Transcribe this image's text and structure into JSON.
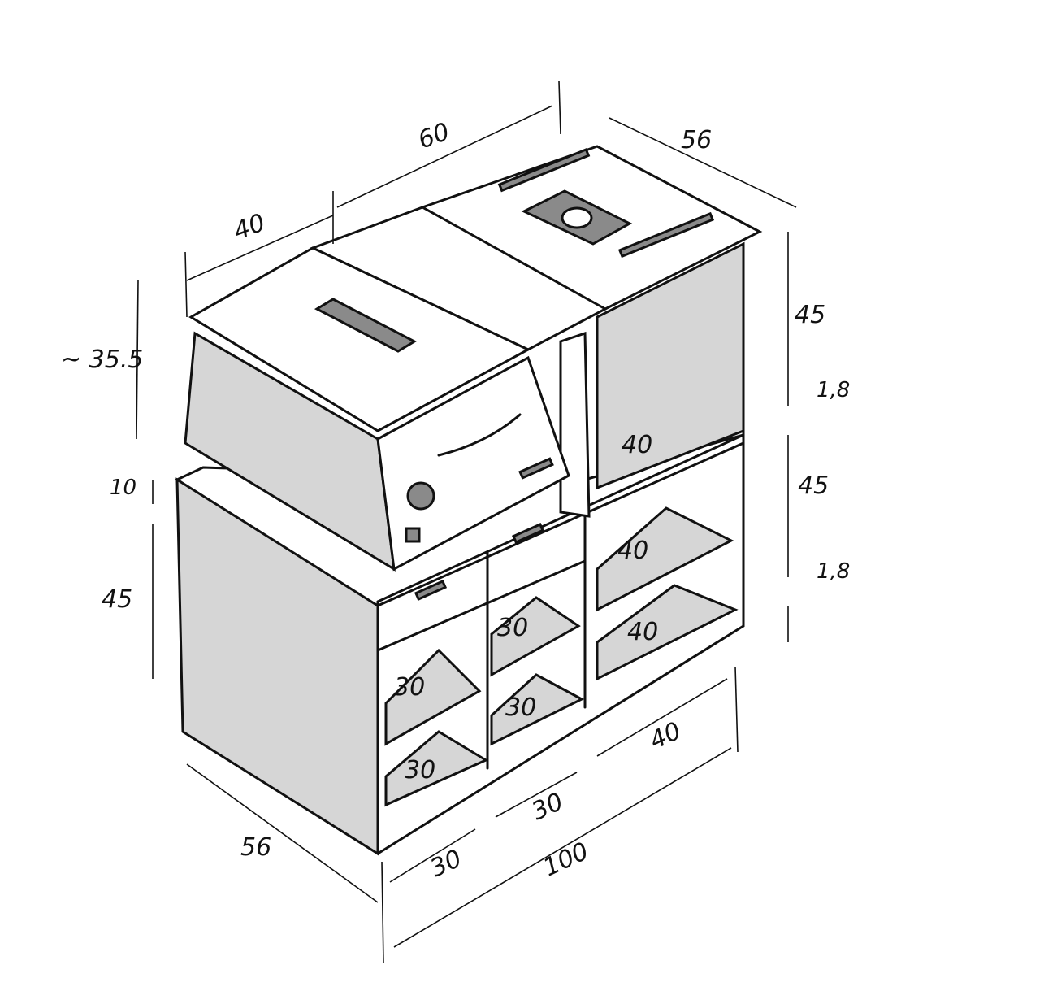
{
  "title": "Stove cabinet sketch with dimensions",
  "dimensions": {
    "top_width": "60",
    "top_depth": "56",
    "stove_width": "40",
    "stove_height": "~ 35.5",
    "upper_height": "45",
    "shelf_thickness_upper": "1,8",
    "middle_height": "45",
    "shelf_thickness_lower": "1,8",
    "drawer_height": "10",
    "lower_height": "45",
    "upper_shelf_depth": "40",
    "right_shelf_top": "40",
    "right_shelf_bottom": "40",
    "middle_shelf_top": "30",
    "middle_shelf_bottom": "30",
    "left_shelf_top": "30",
    "left_shelf_bottom": "30",
    "bottom_depth": "56",
    "bottom_left_width": "30",
    "bottom_middle_width": "30",
    "bottom_right_width": "40",
    "total_width": "100"
  }
}
